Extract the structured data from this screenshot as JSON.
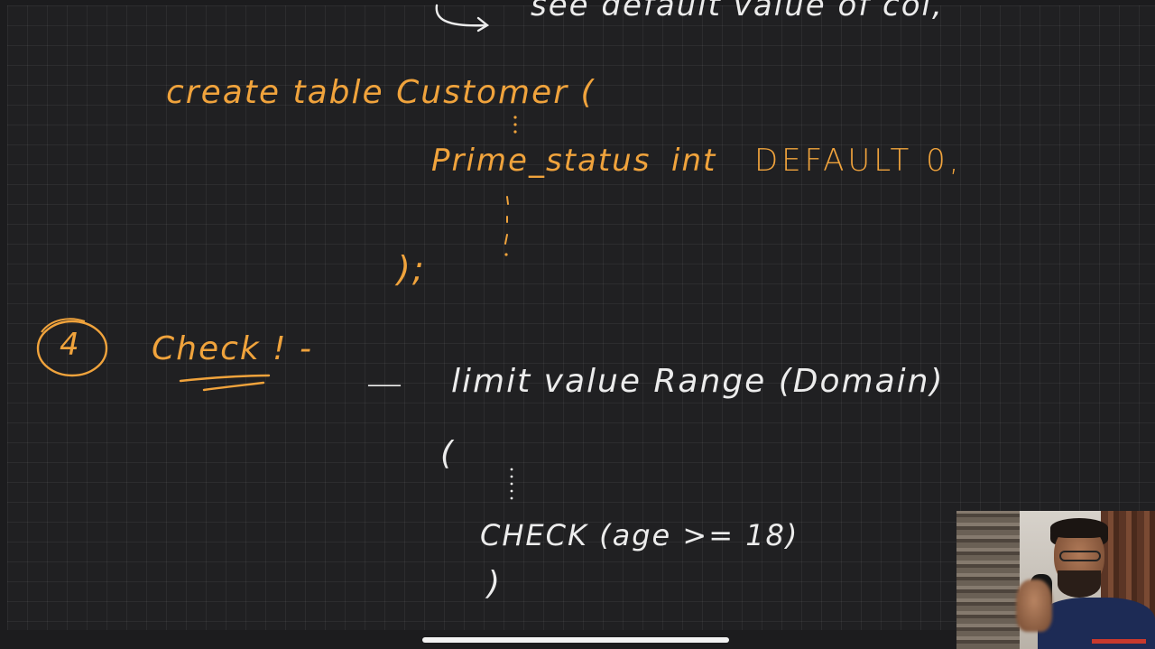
{
  "notes": {
    "top_partial": "see default value of col,",
    "create_line": "create  table  Customer (",
    "prime_status_name": "Prime_status",
    "prime_status_type": "int",
    "prime_status_default": "DEFAULT  0,",
    "close_paren": ");",
    "number_4": "4",
    "check_heading": "Check  ! -",
    "dash": "—",
    "limit_text": "limit  value  Range  (Domain)",
    "open_paren": "(",
    "check_expr": "CHECK  (age >= 18)",
    "closing_paren": ")"
  },
  "colors": {
    "accent_orange": "#f0a33c",
    "ink_white": "#ececec",
    "background": "#202022"
  }
}
